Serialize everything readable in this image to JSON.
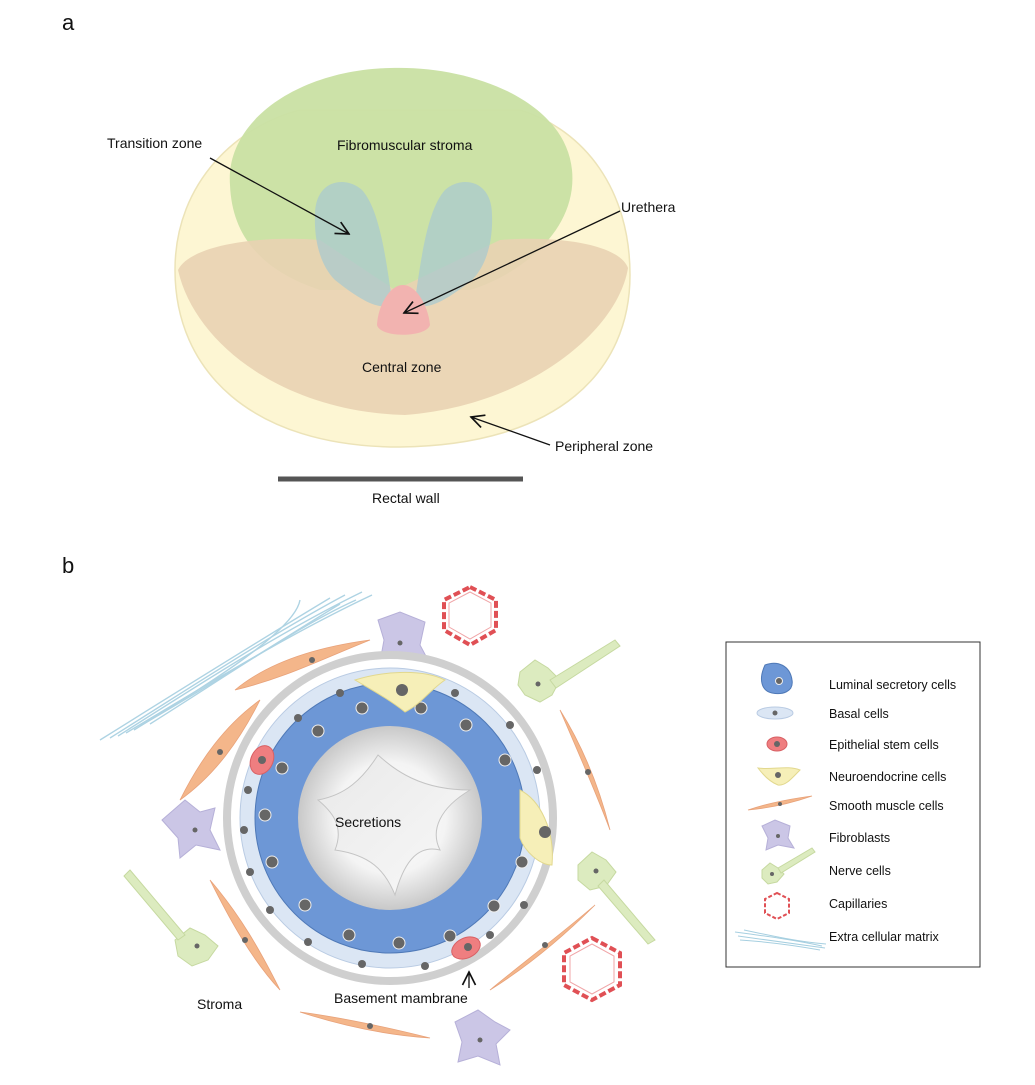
{
  "panel_a": {
    "letter": "a",
    "labels": {
      "fibromuscular_stroma": "Fibromuscular stroma",
      "transition_zone": "Transition zone",
      "urethera": "Urethera",
      "central_zone": "Central zone",
      "peripheral_zone": "Peripheral zone",
      "rectal_wall": "Rectal wall"
    },
    "colors": {
      "fibromuscular_stroma": "#c9e0a3",
      "transition_zone": "#a9c9cf",
      "urethera": "#f2b3b0",
      "central_zone": "#ecd6b6",
      "peripheral_zone": "#fdf6d3",
      "rectal_wall": "#555555"
    }
  },
  "panel_b": {
    "letter": "b",
    "labels": {
      "secretions": "Secretions",
      "basement_membrane": "Basement mambrane",
      "stroma": "Stroma"
    },
    "legend": [
      {
        "icon": "luminal-secretory-cell-icon",
        "label": "Luminal secretory cells"
      },
      {
        "icon": "basal-cell-icon",
        "label": "Basal cells"
      },
      {
        "icon": "epithelial-stem-cell-icon",
        "label": "Epithelial stem cells"
      },
      {
        "icon": "neuroendocrine-cell-icon",
        "label": "Neuroendocrine cells"
      },
      {
        "icon": "smooth-muscle-cell-icon",
        "label": "Smooth muscle cells"
      },
      {
        "icon": "fibroblast-icon",
        "label": "Fibroblasts"
      },
      {
        "icon": "nerve-cell-icon",
        "label": "Nerve cells"
      },
      {
        "icon": "capillary-icon",
        "label": "Capillaries"
      },
      {
        "icon": "extracellular-matrix-icon",
        "label": "Extra cellular matrix"
      }
    ],
    "colors": {
      "luminal": "#6d97d6",
      "basal": "#dbe6f4",
      "stem": "#ef7e80",
      "neuroendocrine": "#f6efb8",
      "smooth_muscle": "#f4b68a",
      "fibroblast": "#cbc6e6",
      "nerve": "#dcebbf",
      "capillary": "#e05055",
      "ecm": "#a6cfe0",
      "nucleus": "#666666",
      "membrane": "#cfcfcf"
    }
  }
}
